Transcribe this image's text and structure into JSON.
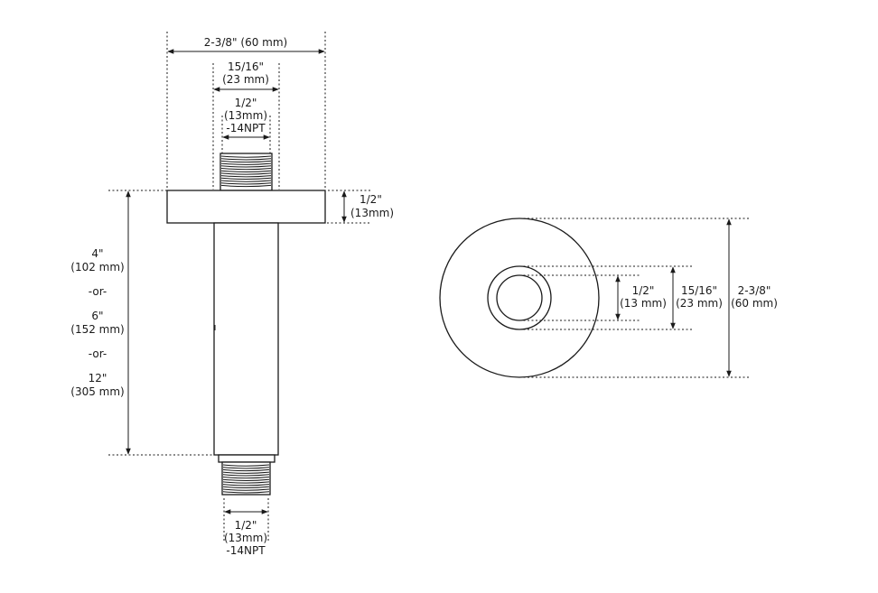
{
  "side_view": {
    "flange_width": "2-3/8\" (60 mm)",
    "nut_width": [
      "15/16\"",
      "(23 mm)"
    ],
    "top_thread": [
      "1/2\"",
      "(13mm)",
      "-14NPT"
    ],
    "flange_thickness": [
      "1/2\"",
      "(13mm)"
    ],
    "length_options": [
      "4\"",
      "(102 mm)",
      "-or-",
      "6\"",
      "(152 mm)",
      "-or-",
      "12\"",
      "(305 mm)"
    ],
    "bottom_thread": [
      "1/2\"",
      "(13mm)",
      "-14NPT"
    ]
  },
  "top_view": {
    "inner_diameter": [
      "1/2\"",
      "(13 mm)"
    ],
    "middle_diameter": [
      "15/16\"",
      "(23 mm)"
    ],
    "outer_diameter": [
      "2-3/8\"",
      "(60 mm)"
    ]
  }
}
